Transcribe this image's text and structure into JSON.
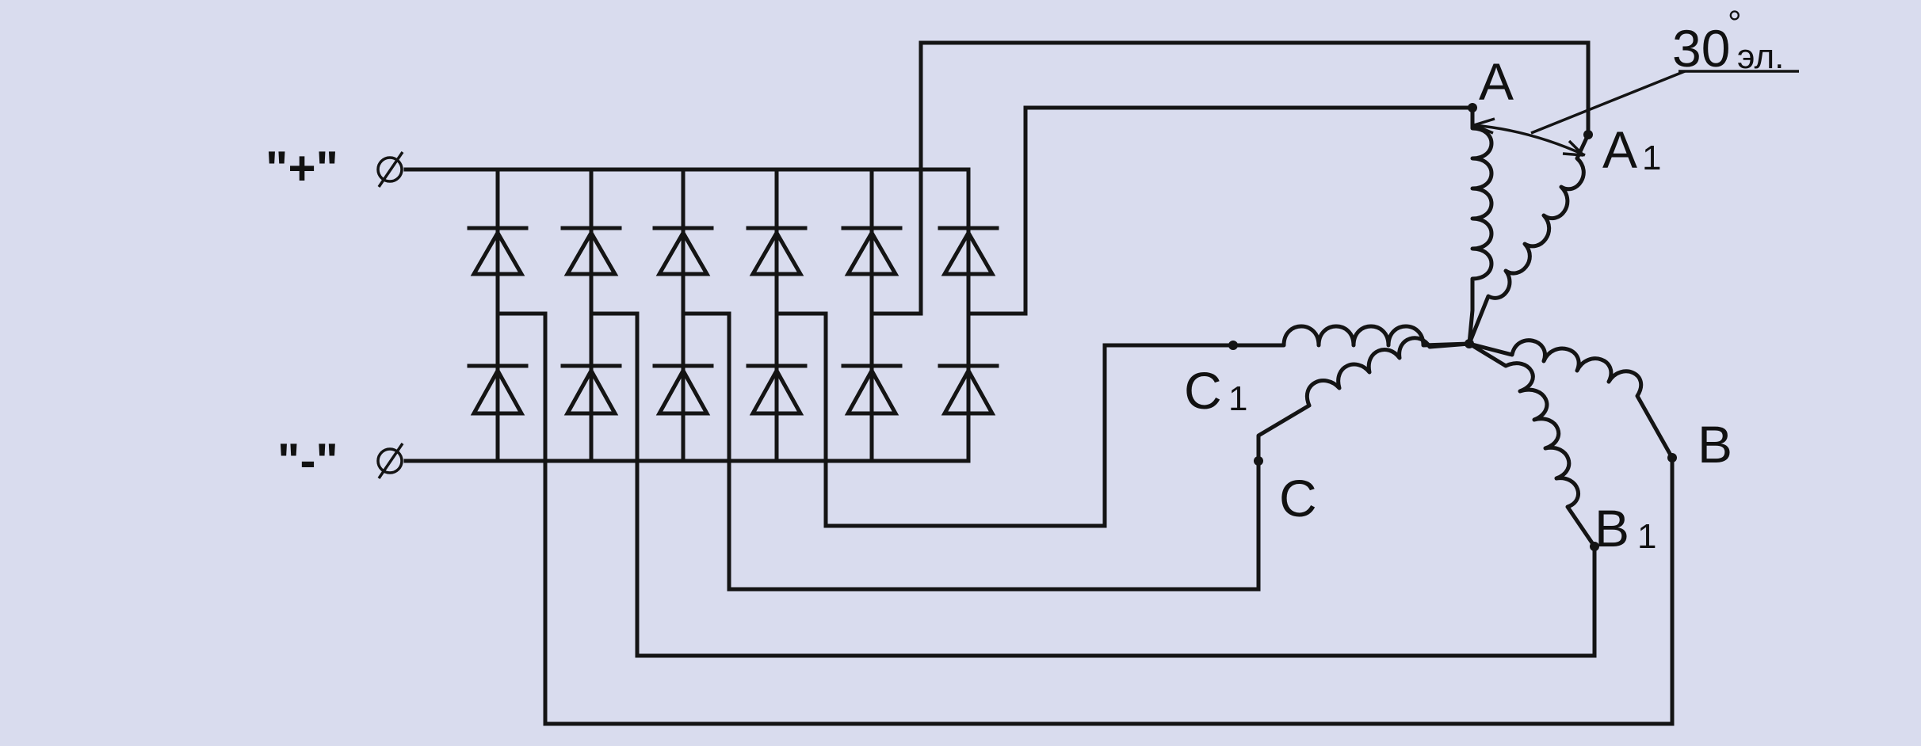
{
  "terminals": {
    "plus": "\"+\"",
    "minus": "\"-\"",
    "symbol": "∅"
  },
  "phases": {
    "A": "A",
    "A1_letter": "A",
    "A1_sub": "1",
    "B": "B",
    "B1_letter": "B",
    "B1_sub": "1",
    "C": "C",
    "C1_letter": "C",
    "C1_sub": "1"
  },
  "angle_note": {
    "value": "30",
    "degree": "°",
    "unit": "эл."
  },
  "rectifier": {
    "diode_count_per_row": 6,
    "rows": 2
  },
  "colors": {
    "background": "#d9dcee",
    "ink": "#141414"
  }
}
